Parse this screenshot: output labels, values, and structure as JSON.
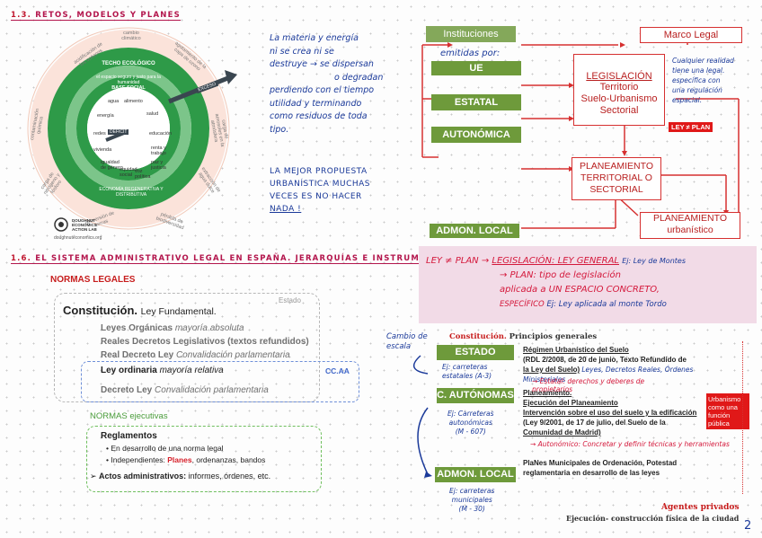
{
  "page_number": "2",
  "section_1_3": {
    "number": "1.3.",
    "title": "RETOS, MODELOS Y PLANES"
  },
  "donut": {
    "outer_labels": [
      "cambio climático",
      "acidificación de los océanos",
      "contaminación química",
      "carga de aerosoles en la atmósfera",
      "agotamiento de la capa de ozono",
      "extracción de agua dulce",
      "conversión de tierras",
      "pérdida de biodiversidad",
      "carga de nitrógeno y fósforo",
      "contaminación química"
    ],
    "techo": "TECHO ECOLÓGICO",
    "espacio": "el espacio seguro y justo para la humanidad",
    "base": "BASE SOCIAL",
    "inner_items": [
      "agua",
      "alimento",
      "salud",
      "energía",
      "educación",
      "redes",
      "renta y trabajo",
      "vivienda",
      "igualdad de género",
      "equidad social",
      "voz política",
      "paz y justicia"
    ],
    "deficit": "DÉFICIT",
    "exceso": "EXCESO",
    "economia": "ECONOMÍA REGENERATIVA Y DISTRIBUTIVA",
    "logo_text": "DOUGHNUT ECONOMICS ACTION LAB",
    "url": "doughnuteconomics.org"
  },
  "notes_top": {
    "para1": [
      "La materia y energía",
      "ni se crea ni se",
      "destruye → se dispersan",
      "o degradan",
      "perdiendo con el tiempo",
      "utilidad y terminando",
      "como residuos de toda",
      "tipo."
    ],
    "para2": [
      "LA MEJOR PROPUESTA",
      "URBANÍSTICA MUCHAS",
      "VECES ES NO HACER",
      "NADA !"
    ]
  },
  "flow": {
    "instituciones": "Instituciones",
    "marco_legal": "Marco Legal",
    "emitidas_por": "emitidas por:",
    "ue": "UE",
    "estatal": "ESTATAL",
    "autonomica": "AUTONÓMICA",
    "admon_local": "ADMON. LOCAL",
    "legislacion_title": "LEGISLACIÓN",
    "legislacion_sub": [
      "Territorio",
      "Suelo-Urbanismo",
      "Sectorial"
    ],
    "planeamiento": [
      "PLANEAMIENTO",
      "TERRITORIAL O",
      "SECTORIAL"
    ],
    "plan_urbanistico_title": "PLANEAMIENTO",
    "plan_urbanistico_sub": "urbanístico",
    "side_note": [
      "Cualquier realidad",
      "tiene una legal.",
      "específica con",
      "una regulación",
      "espacial."
    ],
    "ley_badge": "LEY ≠ PLAN"
  },
  "section_1_6": {
    "number": "1.6.",
    "title": "EL SISTEMA ADMINISTRATIVO LEGAL EN ESPAÑA. JERARQUÍAS E INSTRUMENTOS."
  },
  "pink_notes": {
    "line1_a": "LEY ≠ PLAN →",
    "line1_b": "LEGISLACIÓN: LEY GENERAL",
    "line1_c": "Ej: Ley de Montes",
    "line2_a": "→ PLAN: tipo de legislación",
    "line3": "aplicada a UN ESPACIO CONCRETO,",
    "line4_a": "ESPECÍFICO",
    "line4_b": "Ej: Ley aplicada al monte Tordo"
  },
  "normas": {
    "legales_title": "NORMAS LEGALES",
    "estado": "Estado",
    "constitucion": "Constitución.",
    "constitucion_rest": "Ley Fundamental.",
    "l1_bold": "Leyes Orgánicas",
    "l1_it": "mayoría absoluta",
    "l2": "Reales Decretos Legislativos (textos refundidos)",
    "l3_bold": "Real Decreto Ley",
    "l3_it": "Convalidación parlamentaria",
    "l4_bold": "Ley ordinaria",
    "l4_it": "mayoría relativa",
    "ccaa": "CC.AA",
    "l5_bold": "Decreto Ley",
    "l5_it": "Convalidación parlamentaria",
    "ejecutivas_title": "NORMAS ejecutivas",
    "reglamentos": "Reglamentos",
    "b1": "En desarrollo de una norma legal",
    "b2_a": "Independientes:",
    "b2_planes": "Planes",
    "b2_b": ", ordenanzas, bandos",
    "actos_bold": "Actos administrativos:",
    "actos_rest": "informes, órdenes, etc."
  },
  "escala": {
    "cambio_de_escala": [
      "Cambio de",
      "escala"
    ],
    "constitucion_bold": "Constitución.",
    "constitucion_rest": "Principios generales",
    "estado": "ESTADO",
    "estado_text": [
      "Régimen Urbanístico del Suelo",
      "(RDL 2/2008, de 20 de junio, Texto Refundido de",
      "la Ley del Suelo)"
    ],
    "estado_hand": "Leyes, Decretos Reales, Órdenes Ministeriales",
    "estado_ej": [
      "Ej: carreteras",
      "estatales (A-3)"
    ],
    "estatal_note": "→ Estatal: derechos y deberes de propietarios",
    "cautonomas": "C. AUTÓNOMAS",
    "cauto_text": [
      "Planeamiento.",
      "Ejecución del Planeamiento",
      "Intervención sobre el uso del suelo y la edificación",
      "(Ley 9/2001, de 17 de julio, del Suelo de la",
      "Comunidad de Madrid)"
    ],
    "cauto_ej": [
      "Ej: Carreteras",
      "autonómicas",
      "(M - 607)"
    ],
    "autonomico_note": "→ Autonómico: Concretar y definir técnicas y herramientas",
    "urbanismo_badge": [
      "Urbanismo",
      "como una",
      "función",
      "pública"
    ],
    "admon_local": "ADMON. LOCAL",
    "admon_text": [
      "PlaNes Municipales de Ordenación, Potestad",
      "reglamentaria en desarrollo de las leyes"
    ],
    "admon_ej": [
      "Ej: carreteras",
      "municipales",
      "(M - 30)"
    ],
    "agentes": "Agentes privados",
    "ejecucion": "Ejecución- construcción física de la ciudad"
  }
}
